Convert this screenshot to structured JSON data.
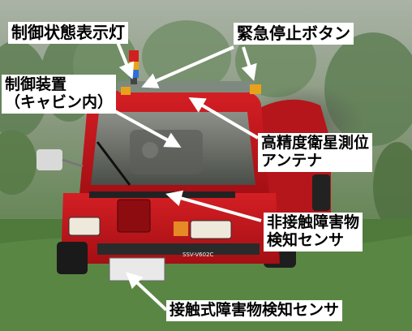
{
  "labels": {
    "signal_light": "制御状態表示灯",
    "emergency_stop": "緊急停止ボタン",
    "controller": {
      "line1": "制御装置",
      "line2": "（キャビン内）"
    },
    "gnss_antenna": {
      "line1": "高精度衛星測位",
      "line2": "アンテナ"
    },
    "noncontact_sensor": {
      "line1": "非接触障害物",
      "line2": "検知センサ"
    },
    "contact_sensor": "接触式障害物検知センサ"
  },
  "vehicle": {
    "plate_text": "SSV-V602C"
  },
  "colors": {
    "vehicle_body": "#c8161c",
    "label_bg": "#ffffff",
    "arrow": "#ffffff",
    "grass": "#4f7a3c",
    "foliage": "#5f7f55",
    "sky_haze": "#b7bcb6"
  }
}
